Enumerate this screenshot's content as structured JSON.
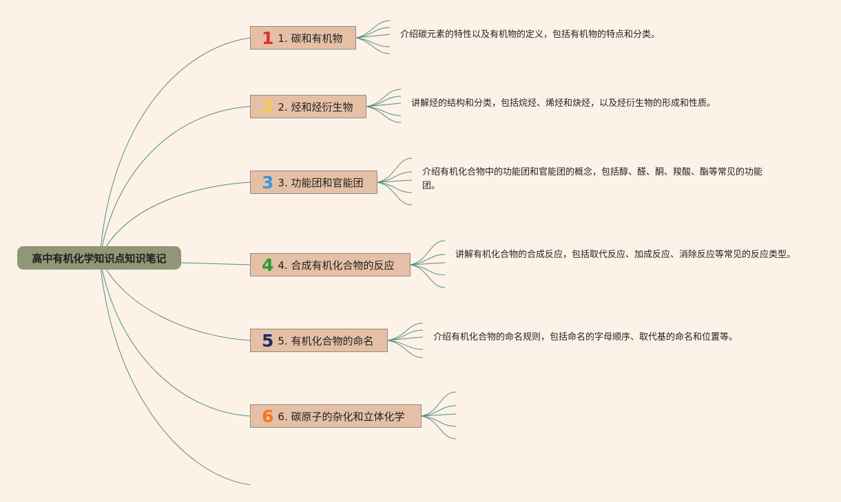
{
  "root": {
    "label": "高中有机化学知识点知识笔记"
  },
  "topics": [
    {
      "num": "1",
      "label": "1. 碳和有机物",
      "color": "#e0302e",
      "desc": "介绍碳元素的特性以及有机物的定义，包括有机物的特点和分类。"
    },
    {
      "num": "2",
      "label": "2. 烃和烃衍生物",
      "color": "#f2cf46",
      "desc": "讲解烃的结构和分类，包括烷烃、烯烃和炔烃，以及烃衍生物的形成和性质。"
    },
    {
      "num": "3",
      "label": "3. 功能团和官能团",
      "color": "#3a97d8",
      "desc": "介绍有机化合物中的功能团和官能团的概念，包括醇、醛、酮、羧酸、酯等常见的功能团。"
    },
    {
      "num": "4",
      "label": "4. 合成有机化合物的反应",
      "color": "#2f9a35",
      "desc": "讲解有机化合物的合成反应，包括取代反应、加成反应、消除反应等常见的反应类型。"
    },
    {
      "num": "5",
      "label": "5. 有机化合物的命名",
      "color": "#1f2a6a",
      "desc": "介绍有机化合物的命名规则，包括命名的字母顺序、取代基的命名和位置等。"
    },
    {
      "num": "6",
      "label": "6. 碳原子的杂化和立体化学",
      "color": "#f07a1e",
      "desc": ""
    }
  ],
  "colors": {
    "line": "#4f8e75",
    "background": "#fdf2e8",
    "root": "#8f9777",
    "topic": "#e6c0a6"
  }
}
